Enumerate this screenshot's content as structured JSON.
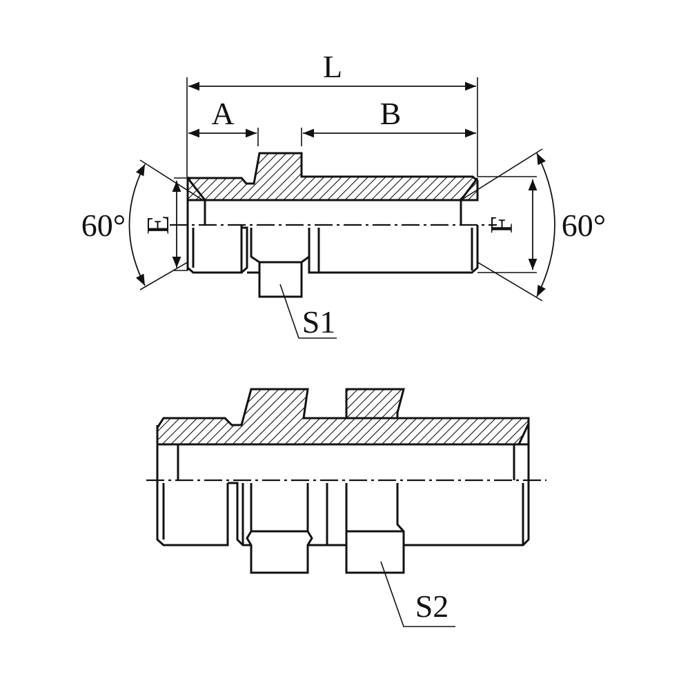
{
  "labels": {
    "overall_length": "L",
    "length_a": "A",
    "length_b": "B",
    "angle_left": "60°",
    "angle_right": "60°",
    "diameter_e": "E",
    "diameter_f": "F",
    "hex_s1": "S1",
    "hex_s2": "S2"
  }
}
